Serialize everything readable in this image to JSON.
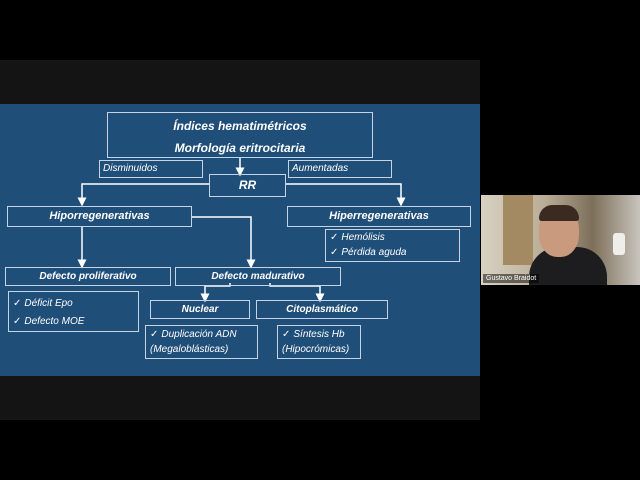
{
  "slide": {
    "title_line1": "Índices hematimétricos",
    "title_line2": "Morfología eritrocitaria",
    "label_decreased": "Disminuidos",
    "label_increased": "Aumentadas",
    "rr": "RR",
    "hipo": "Hiporregenerativas",
    "hiper": "Hiperregenerativas",
    "hiper_items": [
      "Hemólisis",
      "Pérdida aguda"
    ],
    "defecto_prolif": "Defecto proliferativo",
    "defecto_madur": "Defecto madurativo",
    "prolif_items": [
      "Déficit Epo",
      "Defecto MOE"
    ],
    "nuclear": "Nuclear",
    "citoplasmatico": "Citoplasmático",
    "nuclear_line1": "Duplicación ADN",
    "nuclear_line2": "(Megaloblásticas)",
    "cito_line1": "Síntesis Hb",
    "cito_line2": "(Hipocrómicas)"
  },
  "participant": {
    "name": "Gustavo Braidot"
  },
  "colors": {
    "slide_bg": "#1f4e79",
    "box_border": "#c6d3e2",
    "page_bg": "#000000"
  }
}
